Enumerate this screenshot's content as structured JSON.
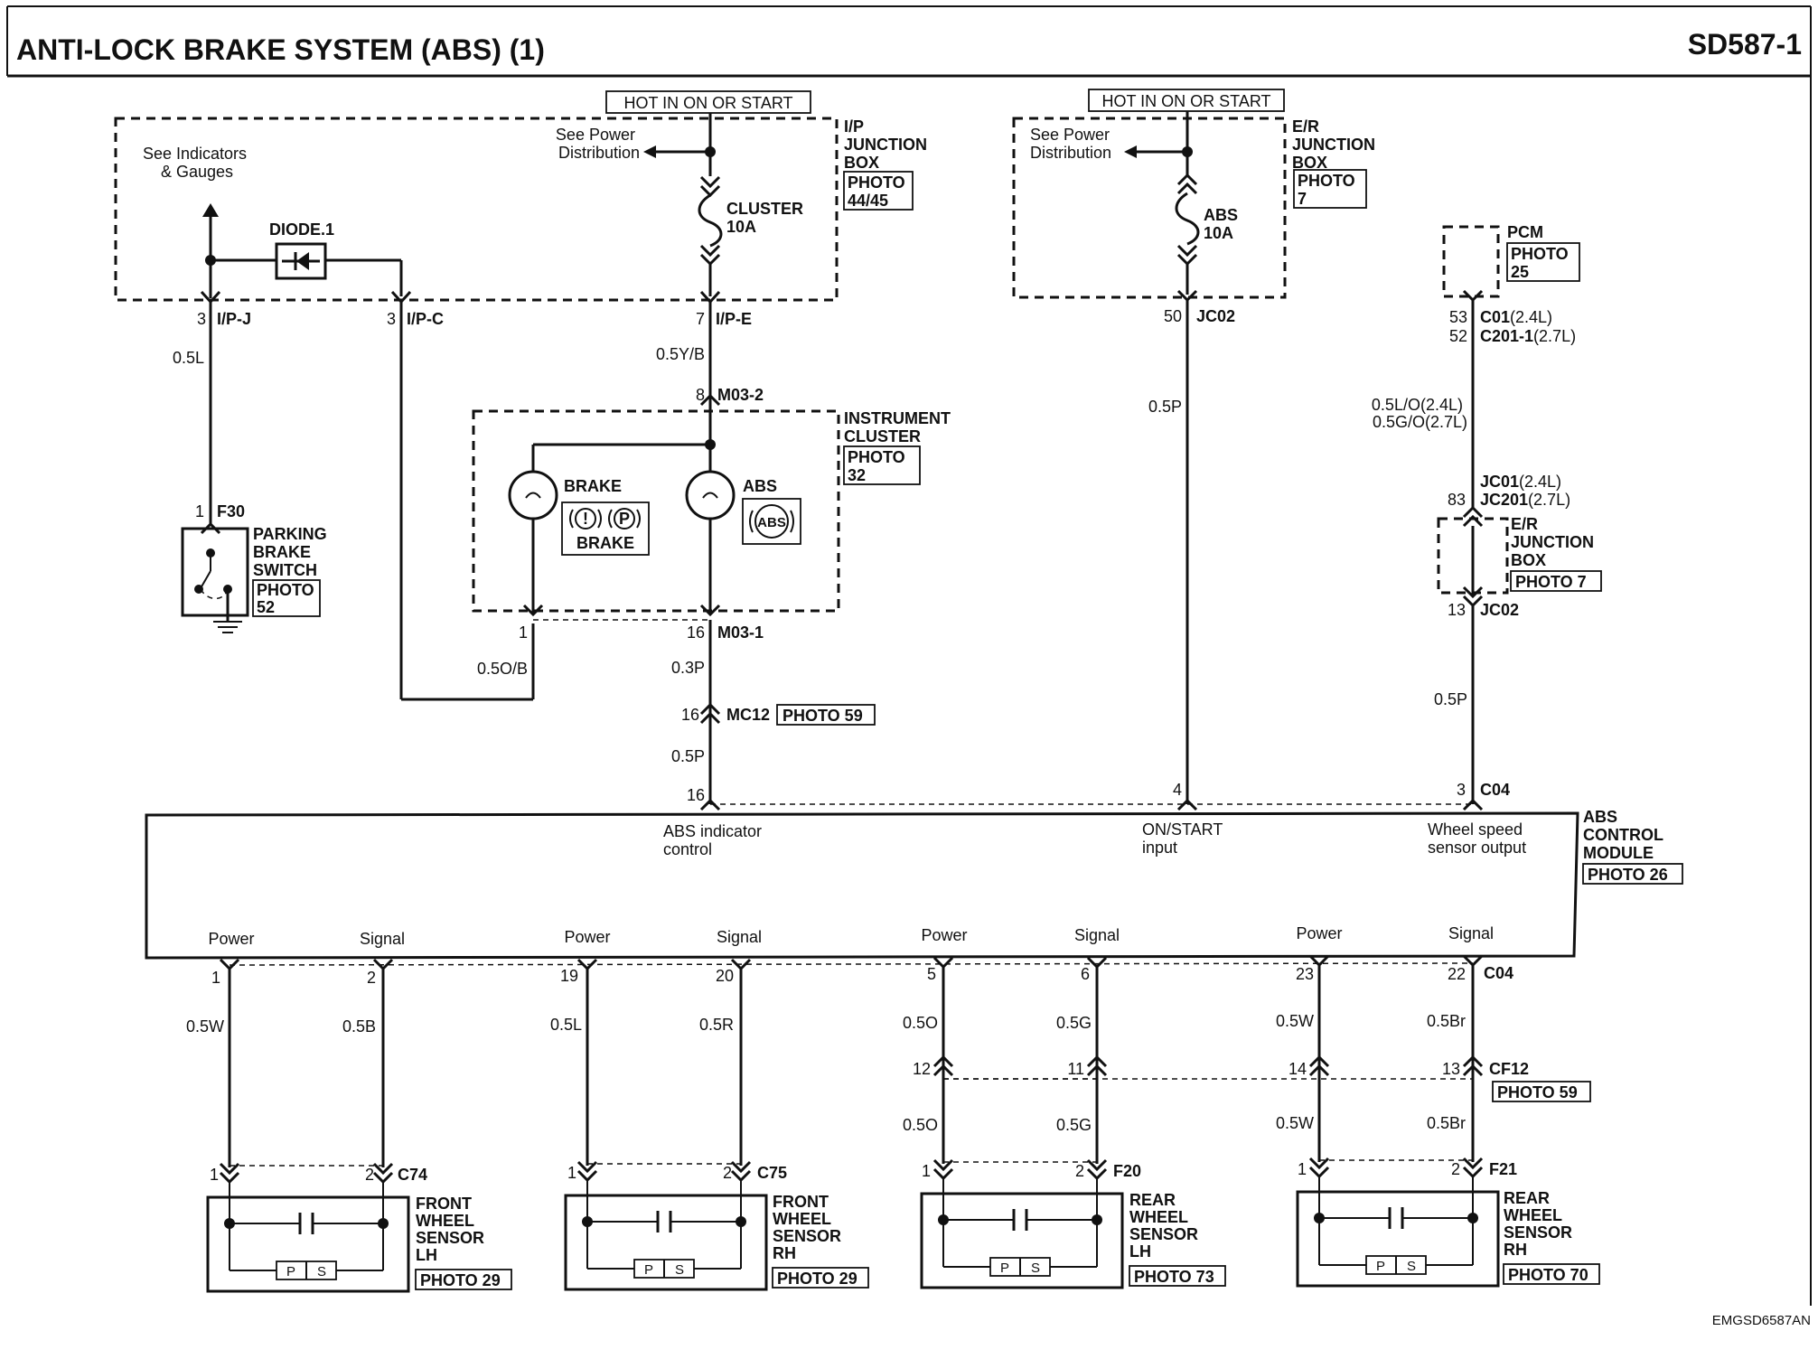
{
  "header": {
    "title": "ANTI-LOCK BRAKE SYSTEM (ABS) (1)",
    "code": "SD587-1"
  },
  "hot_labels": {
    "ip": "HOT IN ON OR START",
    "er": "HOT IN ON OR START"
  },
  "ip_box": {
    "title_lines": [
      "I/P",
      "JUNCTION",
      "BOX"
    ],
    "photo_lines": [
      "PHOTO",
      "44/45"
    ],
    "see_power_lines": [
      "See Power",
      "Distribution"
    ],
    "see_indicators_lines": [
      "See Indicators",
      "& Gauges"
    ],
    "diode": "DIODE.1",
    "fuse_lines": [
      "CLUSTER",
      "10A"
    ],
    "pins": [
      {
        "num": "3",
        "name": "I/P-J"
      },
      {
        "num": "3",
        "name": "I/P-C"
      },
      {
        "num": "7",
        "name": "I/P-E"
      }
    ]
  },
  "er_box": {
    "title_lines": [
      "E/R",
      "JUNCTION",
      "BOX"
    ],
    "photo_lines": [
      "PHOTO",
      "7"
    ],
    "see_power_lines": [
      "See Power",
      "Distribution"
    ],
    "fuse_lines": [
      "ABS",
      "10A"
    ],
    "pin_num": "50",
    "pin_name": "JC02"
  },
  "pcm": {
    "title": "PCM",
    "photo_lines": [
      "PHOTO",
      "25"
    ],
    "pin_a_num": "53",
    "pin_a_bold": "C01",
    "pin_a_note": "(2.4L)",
    "pin_b_num": "52",
    "pin_b_bold": "C201-1",
    "pin_b_note": "(2.7L)"
  },
  "wires": {
    "ipj": "0.5L",
    "ipe": "0.5Y/B",
    "ob": "0.5O/B",
    "p3": "0.3P",
    "p5": "0.5P",
    "jc02": "0.5P",
    "pcm_a": "0.5L/O(2.4L)",
    "pcm_b": "0.5G/O(2.7L)",
    "jc_out": "0.5P"
  },
  "cluster": {
    "title_lines": [
      "INSTRUMENT",
      "CLUSTER"
    ],
    "photo_lines": [
      "PHOTO",
      "32"
    ],
    "top_pin_num": "8",
    "top_pin_name": "M03-2",
    "brake_label": "BRAKE",
    "brake_symbol_a": "!",
    "brake_symbol_b": "P",
    "brake_sub": "BRAKE",
    "abs_label": "ABS",
    "abs_symbol": "ABS",
    "bot_pin_a": "1",
    "bot_pin_b": "16",
    "bot_pin_name": "M03-1"
  },
  "parking": {
    "pin_num": "1",
    "pin_name": "F30",
    "title_lines": [
      "PARKING",
      "BRAKE",
      "SWITCH"
    ],
    "photo_lines": [
      "PHOTO",
      "52"
    ]
  },
  "mc12": {
    "num": "16",
    "name": "MC12",
    "photo": "PHOTO 59"
  },
  "er_jb2": {
    "top_num": "83",
    "top_bold": "JC01",
    "top_note": "(2.4L)",
    "top_bold2": "JC201",
    "top_note2": "(2.7L)",
    "title_lines": [
      "E/R",
      "JUNCTION",
      "BOX"
    ],
    "photo": "PHOTO 7",
    "bot_num": "13",
    "bot_name": "JC02"
  },
  "module": {
    "title_lines": [
      "ABS",
      "CONTROL",
      "MODULE"
    ],
    "photo": "PHOTO 26",
    "top_pins": [
      {
        "num": "16",
        "label_lines": [
          "ABS indicator",
          "control"
        ]
      },
      {
        "num": "4",
        "label_lines": [
          "ON/START",
          "input"
        ]
      },
      {
        "num": "3",
        "name": "C04",
        "label_lines": [
          "Wheel speed",
          "sensor output"
        ]
      }
    ],
    "bottom_connector": "C04"
  },
  "sensors": [
    {
      "power_label": "Power",
      "signal_label": "Signal",
      "mpin_a": "1",
      "mpin_b": "2",
      "wire_a": "0.5W",
      "wire_b": "0.5B",
      "conn": "C74",
      "cpin_a": "1",
      "cpin_b": "2",
      "name_lines": [
        "FRONT",
        "WHEEL",
        "SENSOR",
        "LH"
      ],
      "photo": "PHOTO 29",
      "p_label": "P",
      "s_label": "S"
    },
    {
      "power_label": "Power",
      "signal_label": "Signal",
      "mpin_a": "19",
      "mpin_b": "20",
      "wire_a": "0.5L",
      "wire_b": "0.5R",
      "conn": "C75",
      "cpin_a": "1",
      "cpin_b": "2",
      "name_lines": [
        "FRONT",
        "WHEEL",
        "SENSOR",
        "RH"
      ],
      "photo": "PHOTO 29",
      "p_label": "P",
      "s_label": "S"
    },
    {
      "power_label": "Power",
      "signal_label": "Signal",
      "mpin_a": "5",
      "mpin_b": "6",
      "wire_a": "0.5O",
      "wire_b": "0.5G",
      "mid_a": "12",
      "mid_b": "11",
      "wire_a2": "0.5O",
      "wire_b2": "0.5G",
      "conn": "F20",
      "cpin_a": "1",
      "cpin_b": "2",
      "name_lines": [
        "REAR",
        "WHEEL",
        "SENSOR",
        "LH"
      ],
      "photo": "PHOTO 73",
      "p_label": "P",
      "s_label": "S"
    },
    {
      "power_label": "Power",
      "signal_label": "Signal",
      "mpin_a": "23",
      "mpin_b": "22",
      "wire_a": "0.5W",
      "wire_b": "0.5Br",
      "mid_a": "14",
      "mid_b": "13",
      "wire_a2": "0.5W",
      "wire_b2": "0.5Br",
      "conn": "F21",
      "cpin_a": "1",
      "cpin_b": "2",
      "name_lines": [
        "REAR",
        "WHEEL",
        "SENSOR",
        "RH"
      ],
      "photo": "PHOTO 70",
      "p_label": "P",
      "s_label": "S"
    }
  ],
  "cf12": {
    "name": "CF12",
    "photo": "PHOTO 59"
  },
  "footer_code": "EMGSD6587AN"
}
